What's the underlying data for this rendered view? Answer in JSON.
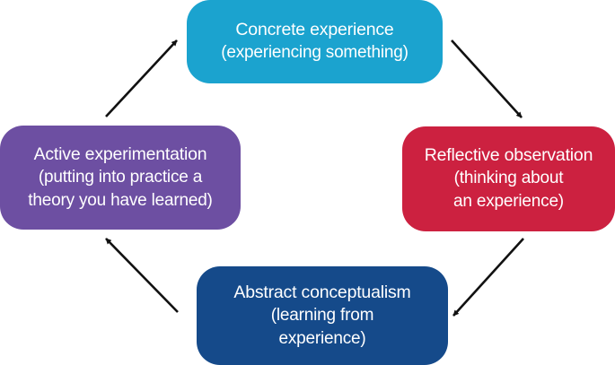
{
  "nodes": {
    "top": {
      "title": "Concrete experience",
      "desc": "(experiencing something)",
      "color": "#1ba3cf"
    },
    "right": {
      "title": "Reflective observation",
      "desc": "(thinking about\nan experience)",
      "color": "#cc2140"
    },
    "bottom": {
      "title": "Abstract conceptualism",
      "desc": "(learning from\nexperience)",
      "color": "#154a8a"
    },
    "left": {
      "title": "Active experimentation",
      "desc": "(putting into practice a\ntheory you have learned)",
      "color": "#6d4fa2"
    }
  },
  "arrow_color": "#111111"
}
